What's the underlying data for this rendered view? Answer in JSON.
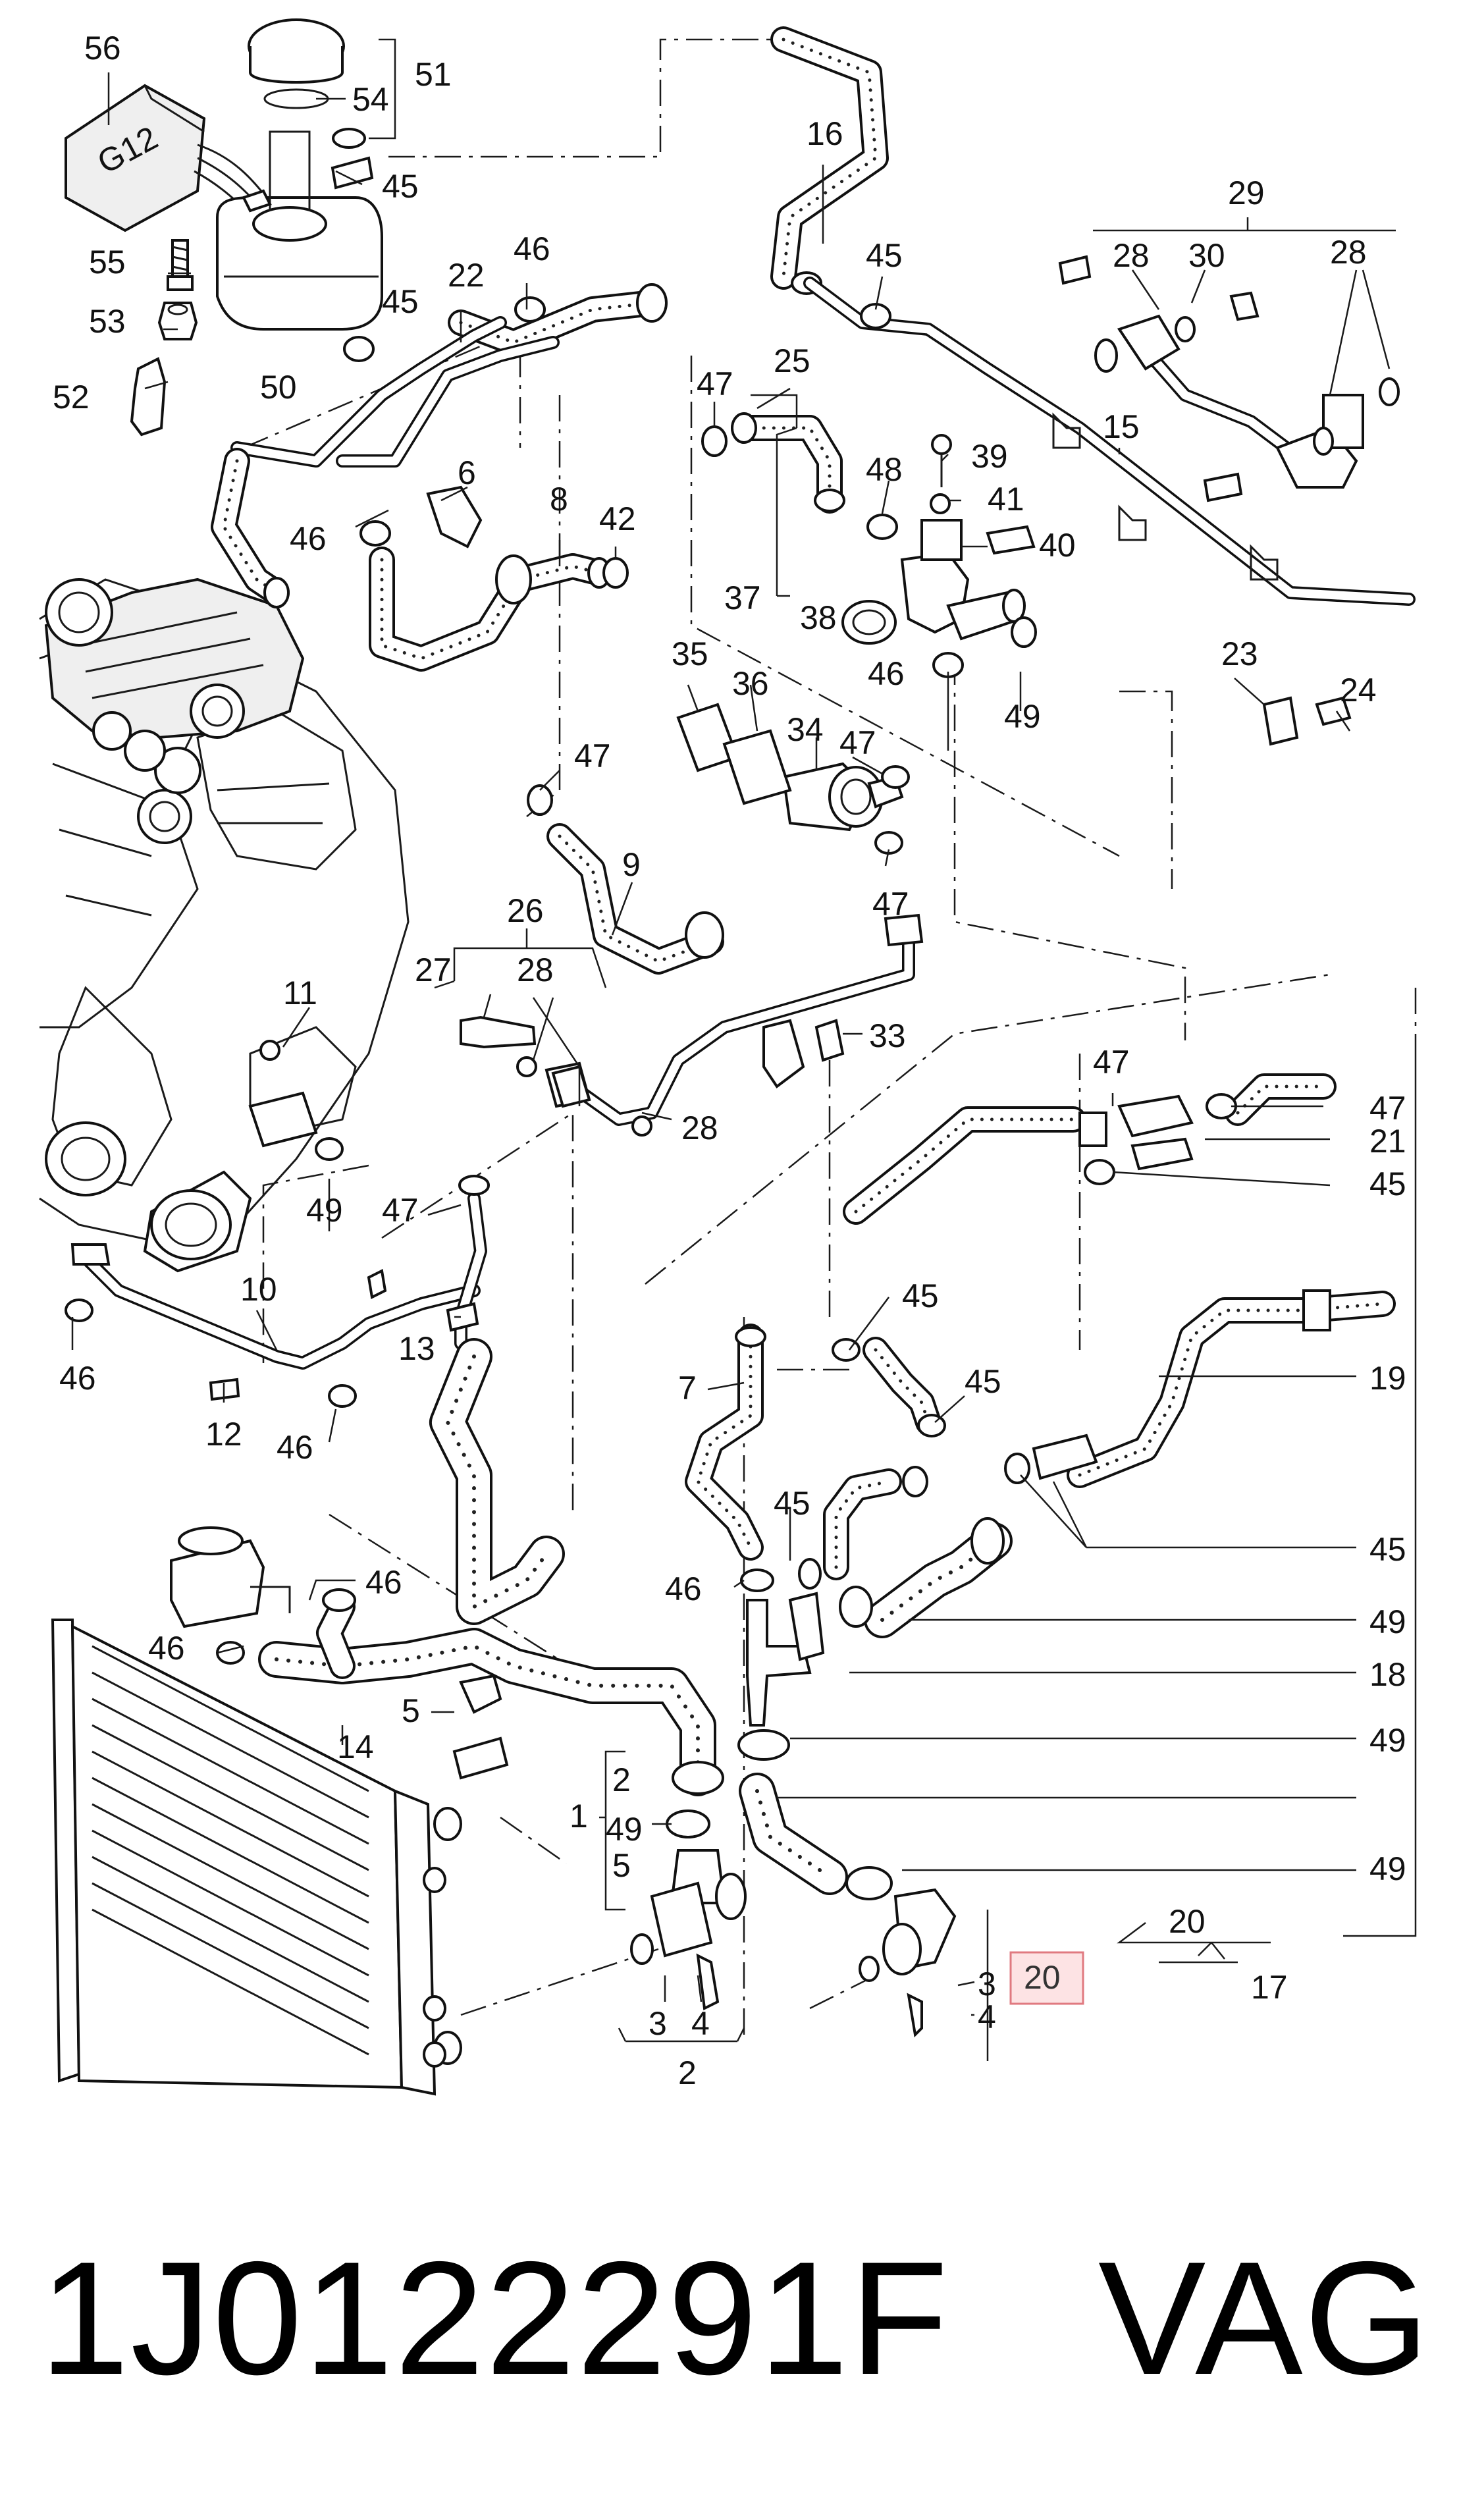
{
  "diagram": {
    "callouts": [
      "56",
      "54",
      "51",
      "45",
      "16",
      "55",
      "53",
      "50",
      "52",
      "22",
      "45",
      "46",
      "6",
      "8",
      "42",
      "46",
      "29",
      "28",
      "30",
      "28",
      "45",
      "15",
      "25",
      "47",
      "39",
      "48",
      "41",
      "40",
      "37",
      "38",
      "46",
      "49",
      "35",
      "36",
      "34",
      "47",
      "47",
      "23",
      "24",
      "9",
      "47",
      "26",
      "27",
      "28",
      "11",
      "33",
      "28",
      "47",
      "47",
      "21",
      "45",
      "49",
      "47",
      "10",
      "46",
      "12",
      "13",
      "46",
      "45",
      "45",
      "7",
      "19",
      "45",
      "45",
      "46",
      "49",
      "46",
      "46",
      "18",
      "14",
      "5",
      "2",
      "1",
      "49",
      "49",
      "49",
      "5",
      "20",
      "17",
      "3",
      "4",
      "3",
      "4",
      "2",
      "20"
    ]
  },
  "footer": {
    "part_number": "1J0122291F",
    "brand": "VAG"
  }
}
